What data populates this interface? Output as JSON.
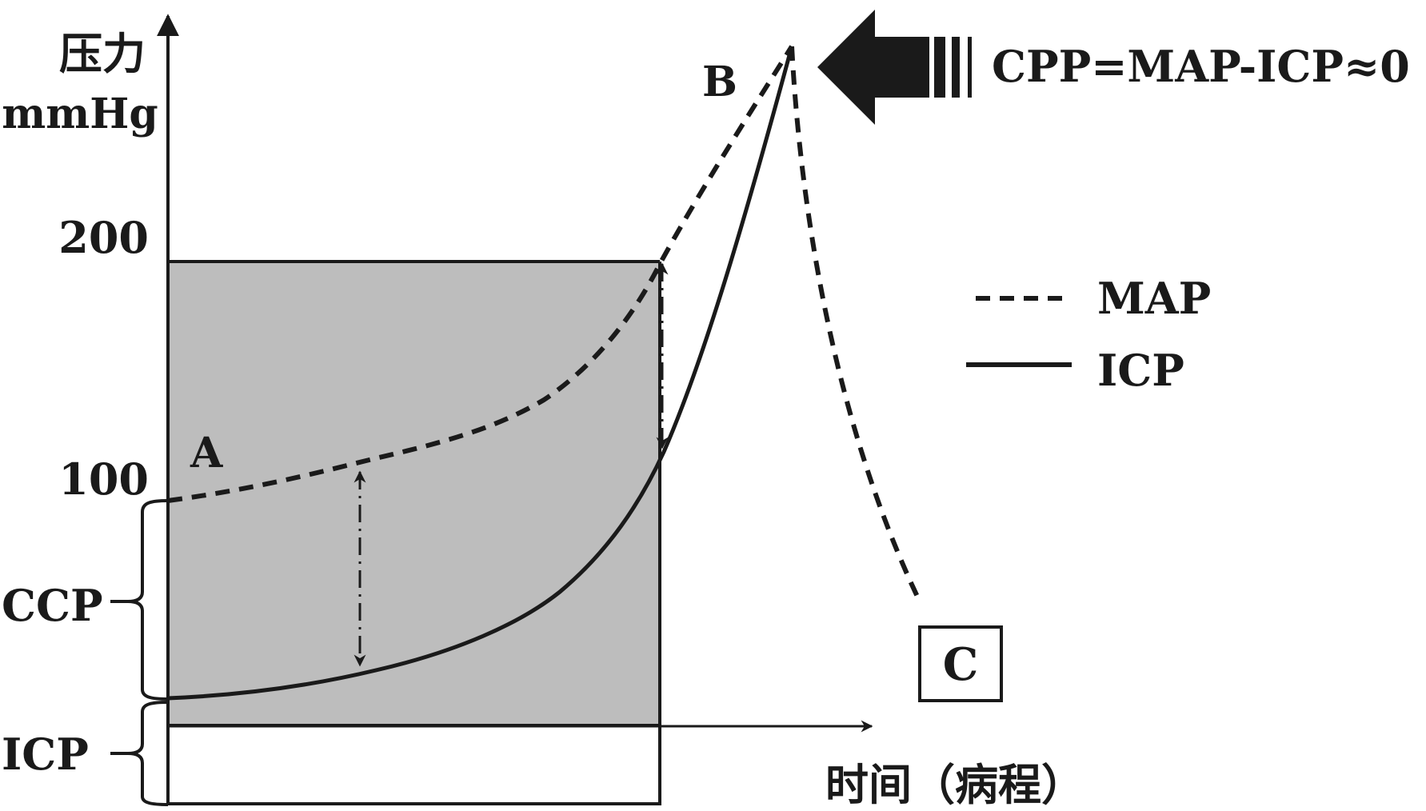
{
  "axis": {
    "y_label_line1": "压力",
    "y_label_line2": "mmHg",
    "x_label": "时间（病程）",
    "tick_200": "200",
    "tick_100": "100"
  },
  "points": {
    "a": "A",
    "b": "B",
    "c": "C"
  },
  "annotation": {
    "formula": "CPP=MAP-ICP≈0"
  },
  "legend": {
    "map": "MAP",
    "icp": "ICP"
  },
  "brackets": {
    "ccp": "CCP",
    "icp": "ICP"
  },
  "colors": {
    "shaded_region": "#bdbdbd",
    "ink": "#1a1a1a"
  }
}
